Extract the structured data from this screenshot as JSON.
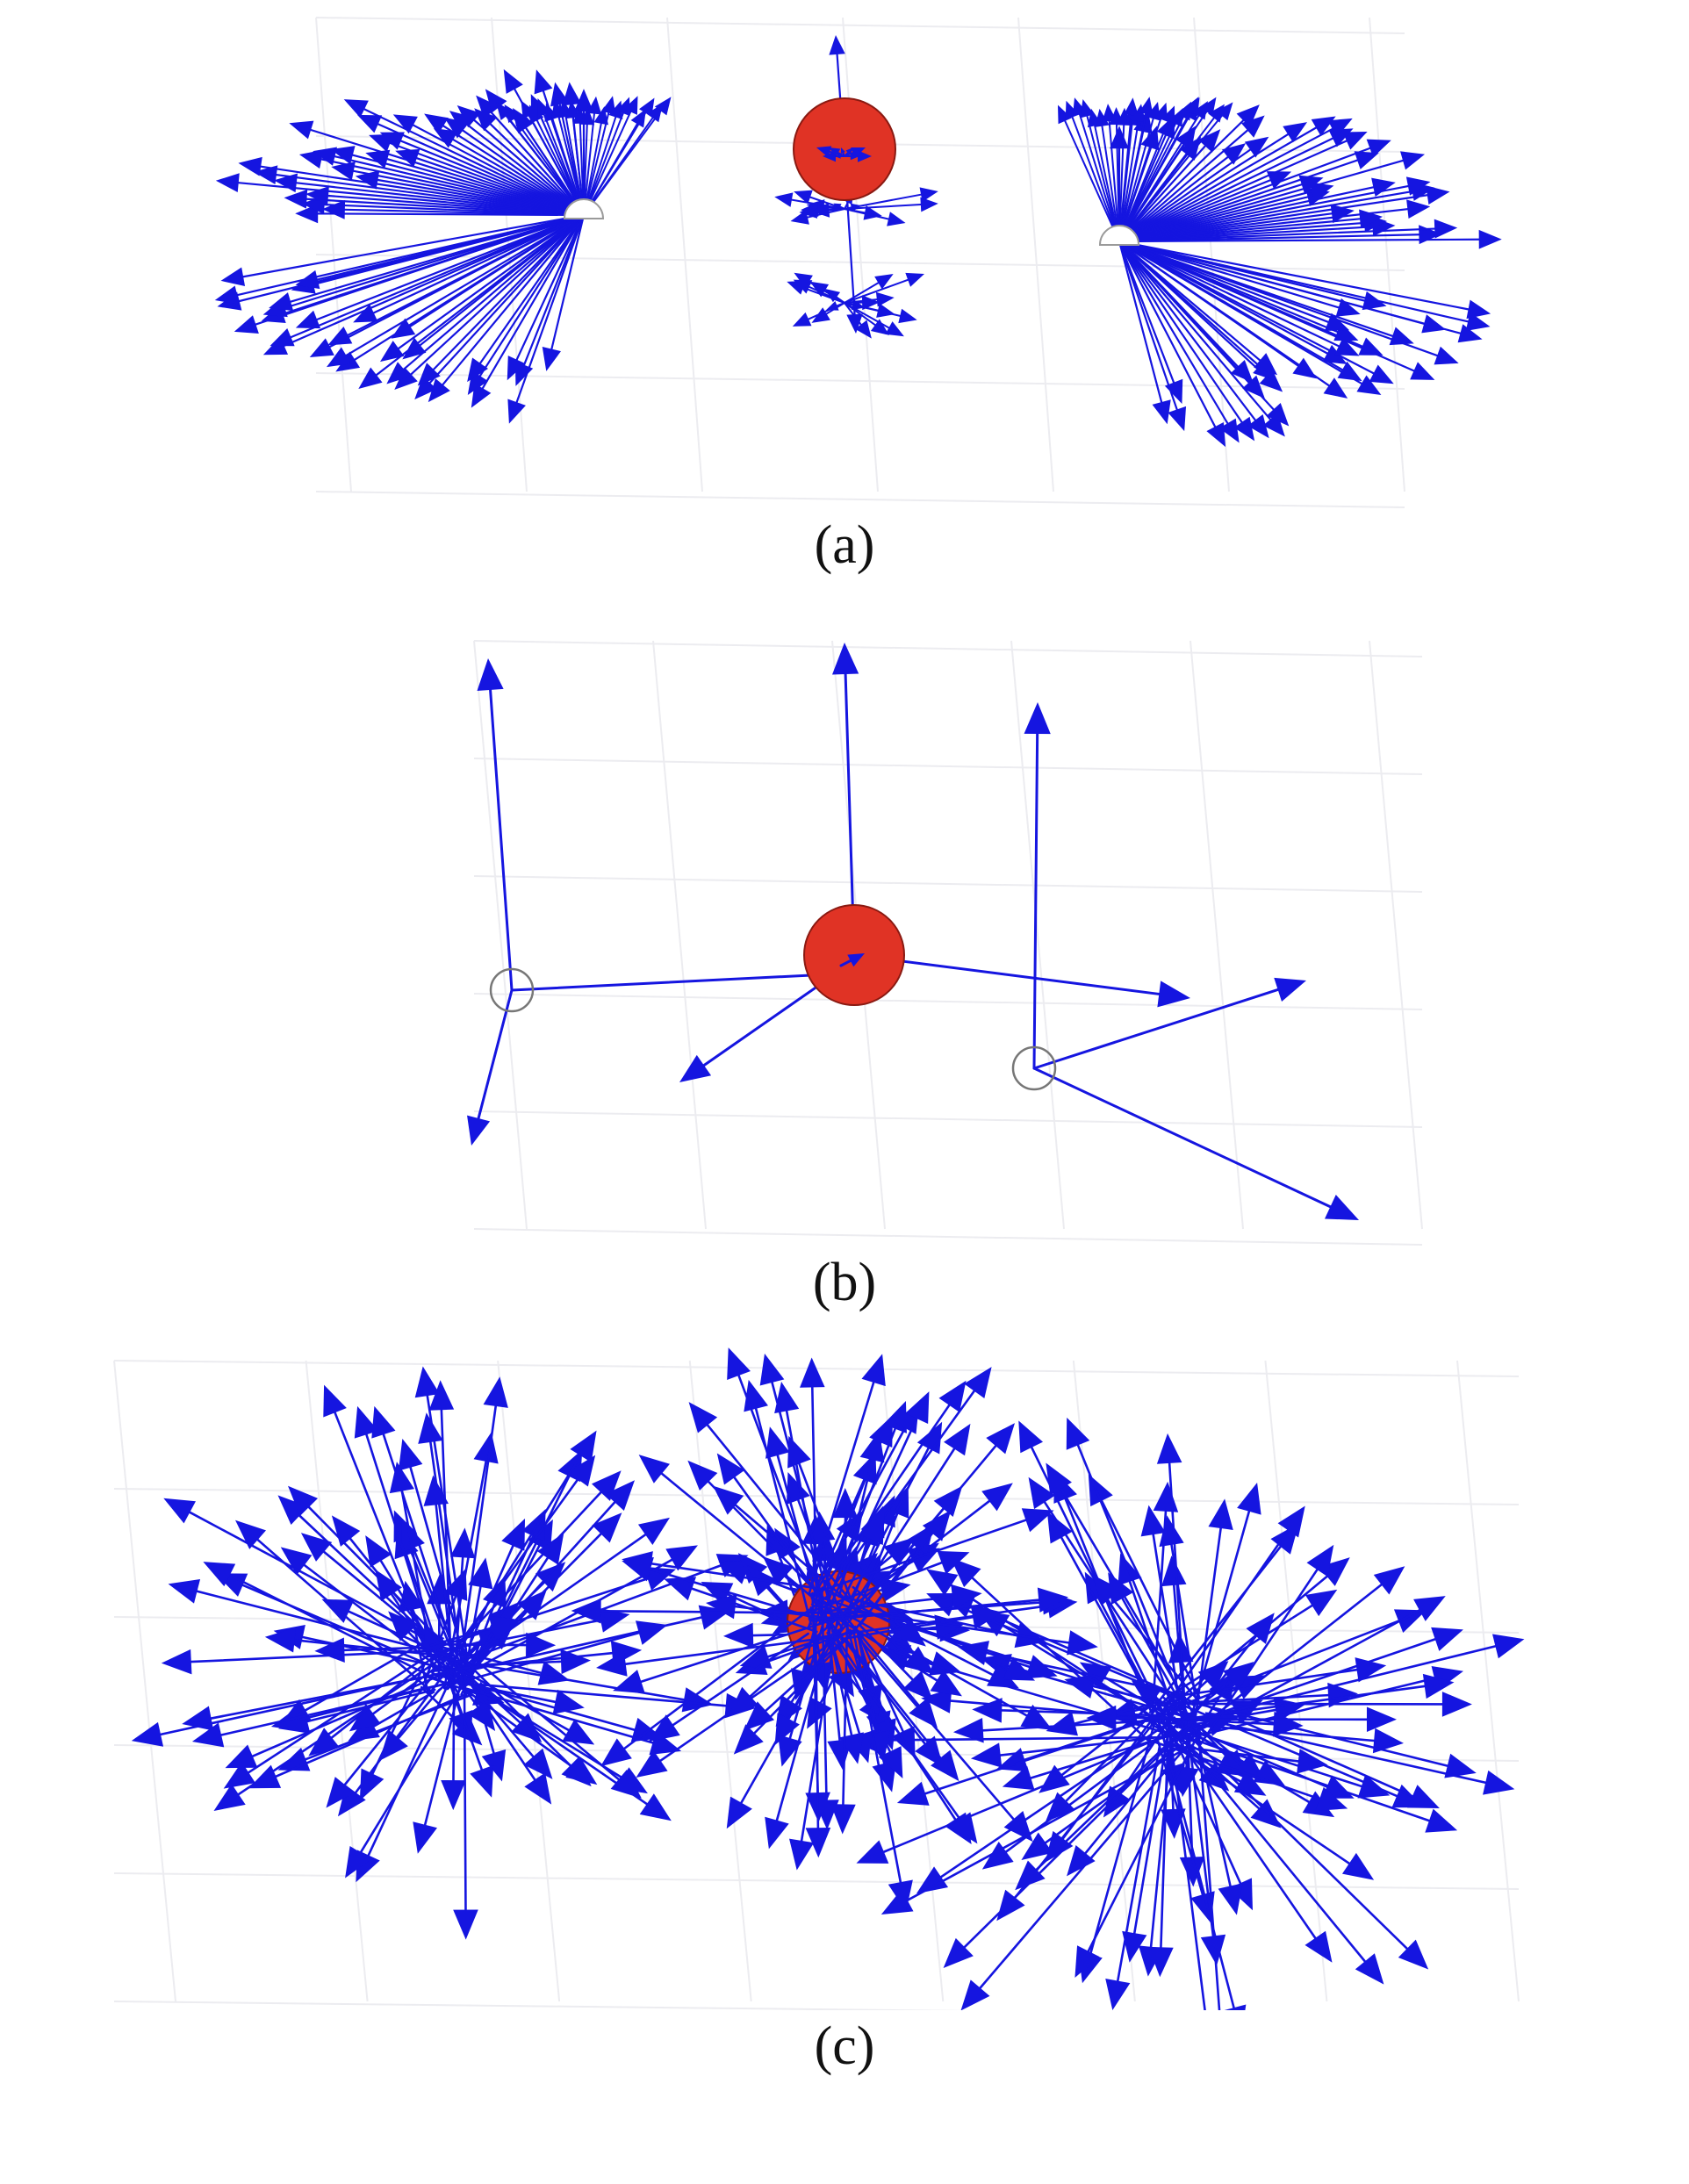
{
  "figure": {
    "panels": [
      {
        "id": "a",
        "caption": "(a)"
      },
      {
        "id": "b",
        "caption": "(b)"
      },
      {
        "id": "c",
        "caption": "(c)"
      }
    ]
  },
  "colors": {
    "arrow": "#1515e0",
    "sphere": "#e03325",
    "sphere_edge": "#8a1a12",
    "node_ring": "#777777",
    "grid": "#ececf0"
  },
  "icons": {
    "central_atom": "red-sphere",
    "neighbor_site": "open-circle",
    "vector": "arrow"
  }
}
